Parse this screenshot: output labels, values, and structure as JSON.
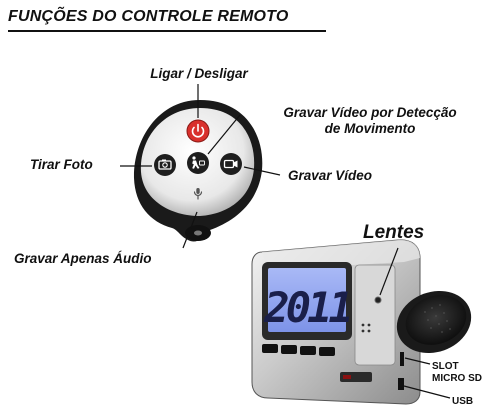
{
  "title": "FUNÇÕES DO CONTROLE REMOTO",
  "remote_labels": {
    "power": "Ligar / Desligar",
    "motion_line1": "Gravar Vídeo por Detecção",
    "motion_line2": "de Movimento",
    "photo": "Tirar Foto",
    "video": "Gravar Vídeo",
    "audio": "Gravar Apenas Áudio"
  },
  "clock": {
    "lens_label": "Lentes",
    "display_digits": "2011",
    "slot_line1": "SLOT",
    "slot_line2": "MICRO SD",
    "usb_label": "USB"
  },
  "colors": {
    "power_button": "#d9302c",
    "remote_body": "#1a1a1a",
    "display_screen": "#8fa6f0"
  }
}
